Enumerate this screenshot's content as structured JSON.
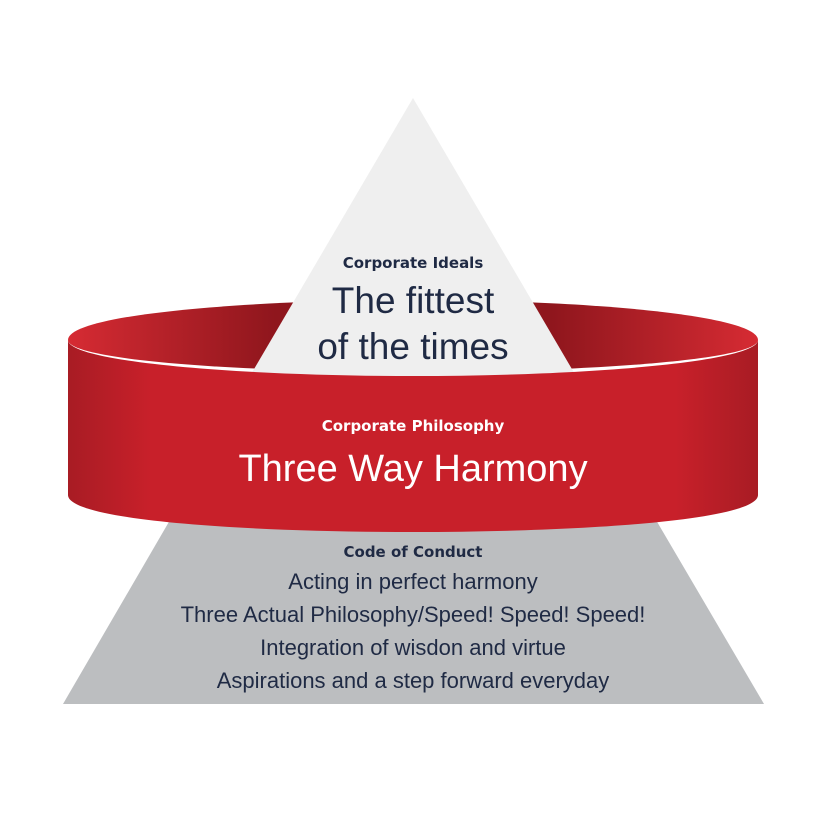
{
  "colors": {
    "top_triangle": "#efefef",
    "bottom_triangle": "#bcbec0",
    "ring_front": "#c8202a",
    "ring_back": "#9e1b22",
    "dark_text": "#1f2a44",
    "light_text": "#ffffff"
  },
  "ideals": {
    "heading": "Corporate Ideals",
    "line1": "The fittest",
    "line2": "of the times"
  },
  "philosophy": {
    "heading": "Corporate Philosophy",
    "title": "Three Way Harmony"
  },
  "conduct": {
    "heading": "Code of Conduct",
    "items": [
      "Acting in perfect harmony",
      "Three Actual Philosophy/Speed! Speed! Speed!",
      "Integration of wisdon and virtue",
      "Aspirations and a step forward everyday"
    ]
  }
}
